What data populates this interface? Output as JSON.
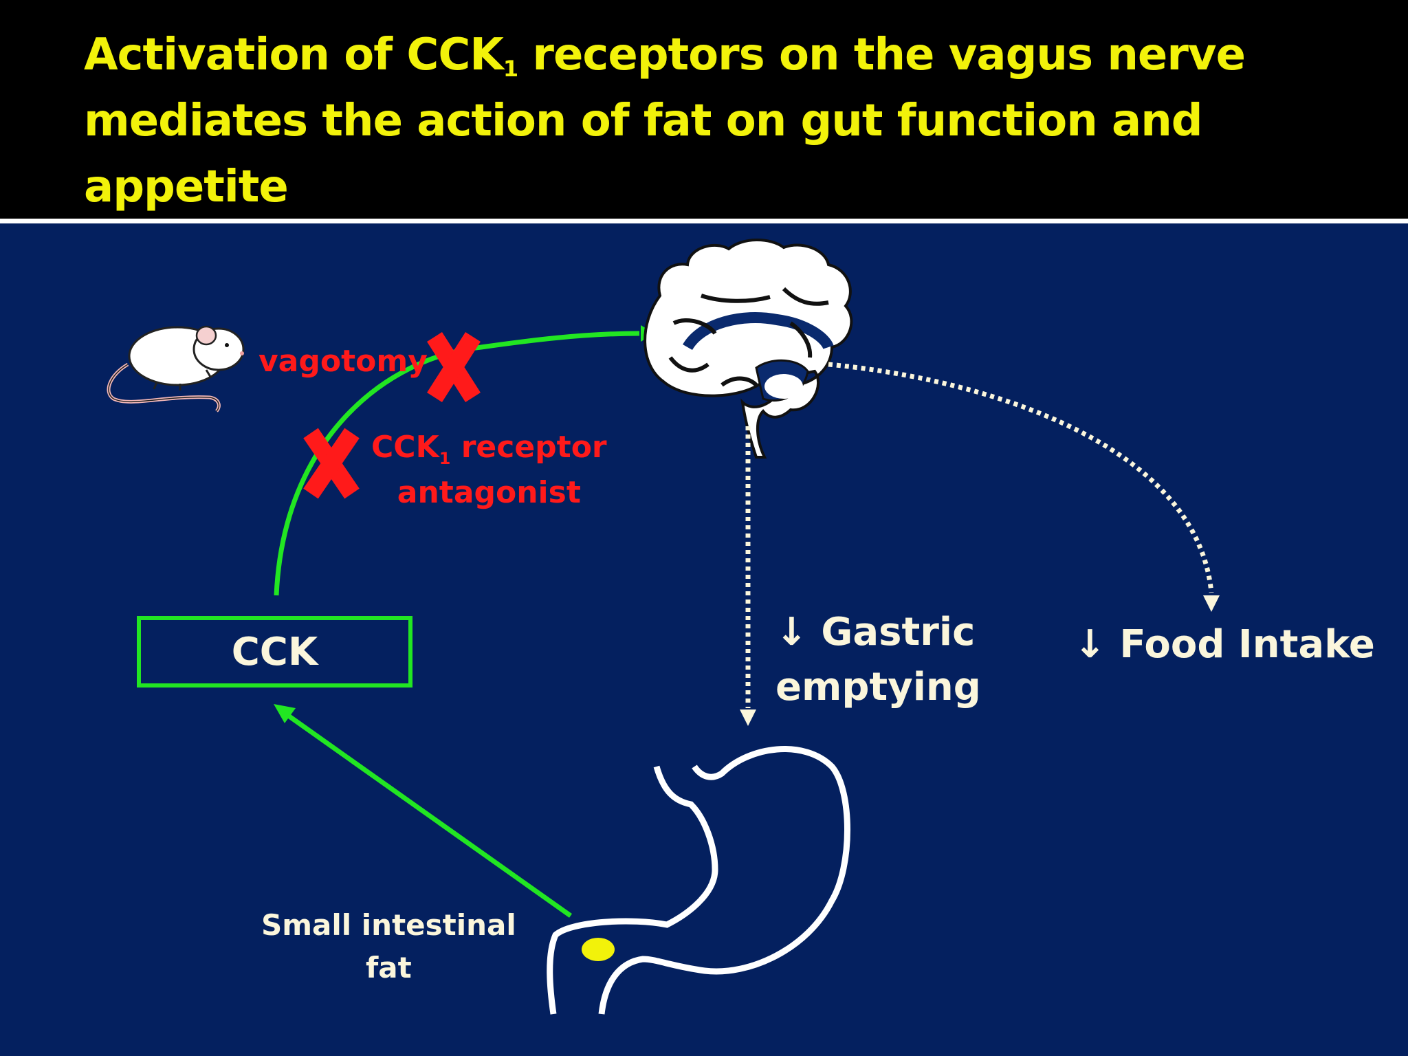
{
  "title": {
    "part1": "Activation of CCK",
    "sub": "1",
    "part2": " receptors on the vagus nerve mediates the action of fat on gut function and appetite"
  },
  "labels": {
    "vagotomy": "vagotomy",
    "antagonist_a": "CCK",
    "antagonist_sub": "1",
    "antagonist_b": " receptor",
    "antagonist_c": "antagonist",
    "cck": "CCK",
    "gastric_1": "↓ Gastric",
    "gastric_2": "emptying",
    "food_intake": "↓ Food Intake",
    "fat_1": "Small intestinal",
    "fat_2": "fat"
  },
  "colors": {
    "background": "#04205f",
    "title": "#f2f20a",
    "arrow_green": "#22e622",
    "block_red": "#ff1a1a",
    "text_cream": "#fbf6dc",
    "fat_yellow": "#f2f20a"
  }
}
